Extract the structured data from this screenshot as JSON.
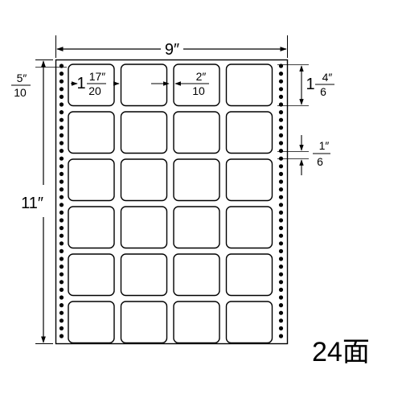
{
  "sheet": {
    "columns": 4,
    "rows": 6,
    "label_count": "24面",
    "hole_color": "#000000"
  },
  "dimensions": {
    "width": {
      "whole": "9″"
    },
    "height": {
      "whole": "11″"
    },
    "top_margin": {
      "num": "5″",
      "den": "10"
    },
    "label_width": {
      "whole": "1",
      "num": "17″",
      "den": "20"
    },
    "column_gap": {
      "num": "2″",
      "den": "10"
    },
    "label_height": {
      "whole": "1",
      "num": "4″",
      "den": "6"
    },
    "row_gap": {
      "num": "1″",
      "den": "6"
    }
  }
}
